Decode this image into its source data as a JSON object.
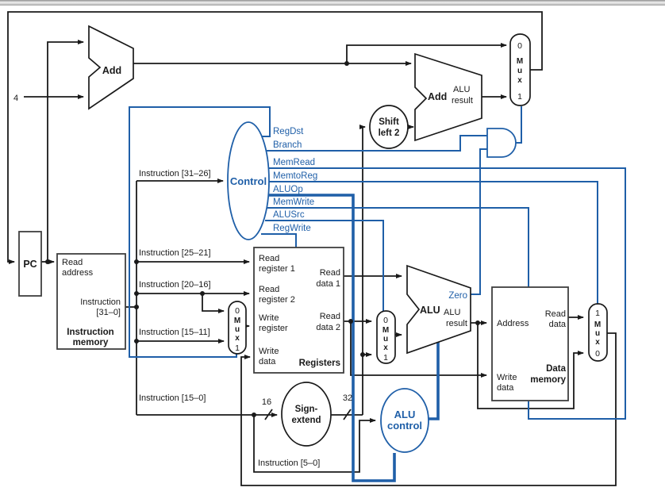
{
  "colors": {
    "wire_black": "#1a1a1a",
    "control_blue": "#1f5fa8",
    "box_border": "#3f3f3f",
    "background": "#ffffff"
  },
  "pc": {
    "label": "PC"
  },
  "constant_four": "4",
  "pc_adder": {
    "label": "Add"
  },
  "branch_adder": {
    "label": "Add",
    "result_l1": "ALU",
    "result_l2": "result"
  },
  "shift_left_2": {
    "line1": "Shift",
    "line2": "left 2"
  },
  "control": {
    "label": "Control",
    "signals": {
      "regdst": "RegDst",
      "branch": "Branch",
      "memread": "MemRead",
      "memtoreg": "MemtoReg",
      "aluop": "ALUOp",
      "memwrite": "MemWrite",
      "alusrc": "ALUSrc",
      "regwrite": "RegWrite"
    }
  },
  "instruction_memory": {
    "read_address_l1": "Read",
    "read_address_l2": "address",
    "instruction_l1": "Instruction",
    "instruction_l2": "[31–0]",
    "name_l1": "Instruction",
    "name_l2": "memory"
  },
  "instruction_fields": {
    "f31_26": "Instruction [31–26]",
    "f25_21": "Instruction [25–21]",
    "f20_16": "Instruction [20–16]",
    "f15_11": "Instruction [15–11]",
    "f15_0": "Instruction [15–0]",
    "f5_0": "Instruction [5–0]"
  },
  "registers": {
    "read_register_1_l1": "Read",
    "read_register_1_l2": "register 1",
    "read_register_2_l1": "Read",
    "read_register_2_l2": "register 2",
    "write_register_l1": "Write",
    "write_register_l2": "register",
    "write_data_l1": "Write",
    "write_data_l2": "data",
    "read_data_1_l1": "Read",
    "read_data_1_l2": "data 1",
    "read_data_2_l1": "Read",
    "read_data_2_l2": "data 2",
    "name": "Registers"
  },
  "sign_extend": {
    "line1": "Sign-",
    "line2": "extend",
    "in_width": "16",
    "out_width": "32"
  },
  "alu": {
    "label": "ALU",
    "zero": "Zero",
    "result_l1": "ALU",
    "result_l2": "result"
  },
  "alu_control": {
    "line1": "ALU",
    "line2": "control"
  },
  "data_memory": {
    "address": "Address",
    "read_data_l1": "Read",
    "read_data_l2": "data",
    "write_data_l1": "Write",
    "write_data_l2": "data",
    "name_l1": "Data",
    "name_l2": "memory"
  },
  "mux": {
    "zero": "0",
    "one": "1",
    "m": "M",
    "u": "u",
    "x": "x"
  }
}
